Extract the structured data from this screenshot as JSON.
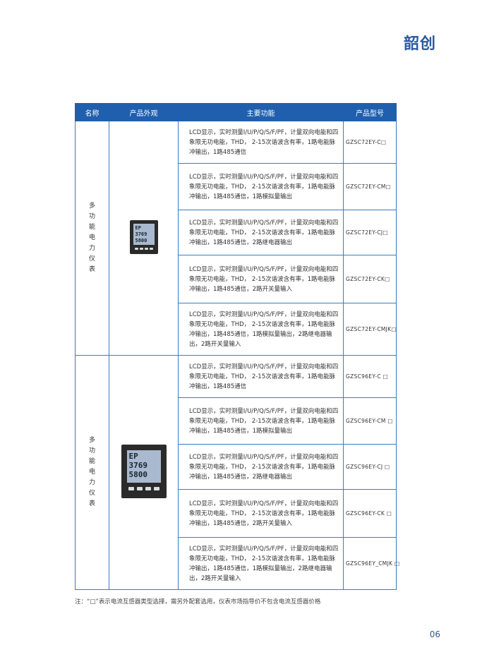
{
  "brand": "韶创",
  "headers": {
    "name": "名称",
    "appearance": "产品外观",
    "function": "主要功能",
    "model": "产品型号"
  },
  "groups": [
    {
      "name_chars": [
        "多",
        "功",
        "能",
        "电",
        "力",
        "仪",
        "表"
      ],
      "image": "multifunction-meter-72-image",
      "rows": [
        {
          "function": "LCD显示，实时测量I/U/P/Q/S/F/PF，计量双向电能和四象限无功电能，THD， 2-15次谐波含有率，1路电能脉冲输出，1路485通信",
          "model": "GZSC72EY-C□"
        },
        {
          "function": "LCD显示，实时测量I/U/P/Q/S/F/PF，计量双向电能和四象限无功电能，THD， 2-15次谐波含有率，1路电能脉冲输出，1路485通信，1路模拟量输出",
          "model": "GZSC72EY-CM□"
        },
        {
          "function": "LCD显示，实时测量I/U/P/Q/S/F/PF，计量双向电能和四象限无功电能，THD， 2-15次谐波含有率，1路电能脉冲输出，1路485通信，2路继电器输出",
          "model": "GZSC72EY-CJ□"
        },
        {
          "function": "LCD显示，实时测量I/U/P/Q/S/F/PF，计量双向电能和四象限无功电能，THD， 2-15次谐波含有率，1路电能脉冲输出，1路485通信，2路开关量输入",
          "model": "GZSC72EY-CK□"
        },
        {
          "function": "LCD显示，实时测量I/U/P/Q/S/F/PF，计量双向电能和四象限无功电能，THD， 2-15次谐波含有率，1路电能脉冲输出，1路485通信，1路模拟量输出，2路继电器输出，2路开关量输入",
          "model": "GZSC72EY-CMJK□"
        }
      ]
    },
    {
      "name_chars": [
        "多",
        "功",
        "能",
        "电",
        "力",
        "仪",
        "表"
      ],
      "image": "multifunction-meter-96-image",
      "rows": [
        {
          "function": "LCD显示，实时测量I/U/P/Q/S/F/PF，计量双向电能和四象限无功电能，THD， 2-15次谐波含有率，1路电能脉冲输出，1路485通信",
          "model": "GZSC96EY-C □"
        },
        {
          "function": "LCD显示，实时测量I/U/P/Q/S/F/PF，计量双向电能和四象限无功电能，THD， 2-15次谐波含有率，1路电能脉冲输出，1路485通信，1路模拟量输出",
          "model": "GZSC96EY-CM □"
        },
        {
          "function": "LCD显示，实时测量I/U/P/Q/S/F/PF，计量双向电能和四象限无功电能，THD， 2-15次谐波含有率，1路电能脉冲输出，1路485通信，2路继电器输出",
          "model": "GZSC96EY-CJ □"
        },
        {
          "function": "LCD显示，实时测量I/U/P/Q/S/F/PF，计量双向电能和四象限无功电能，THD， 2-15次谐波含有率，1路电能脉冲输出，1路485通信，2路开关量输入",
          "model": "GZSC96EY-CK □"
        },
        {
          "function": "LCD显示，实时测量I/U/P/Q/S/F/PF，计量双向电能和四象限无功电能，THD， 2-15次谐波含有率，1路电能脉冲输出，1路485通信，1路模拟量输出，2路继电器输出，2路开关量输入",
          "model": "GZSC96EY_CMJK □"
        }
      ]
    }
  ],
  "meter_display": {
    "small": [
      "EP",
      "3769",
      "5800"
    ],
    "large": [
      "EP",
      "3769",
      "5800"
    ]
  },
  "note": "注：“□”表示电流互感器类型选择，需另外配套选用，仪表市场指导价不包含电流互感器价格",
  "page_number": "06",
  "colors": {
    "header_bg": "#1f5fae",
    "border": "#3b7bc4",
    "brand": "#2c5aa0"
  }
}
